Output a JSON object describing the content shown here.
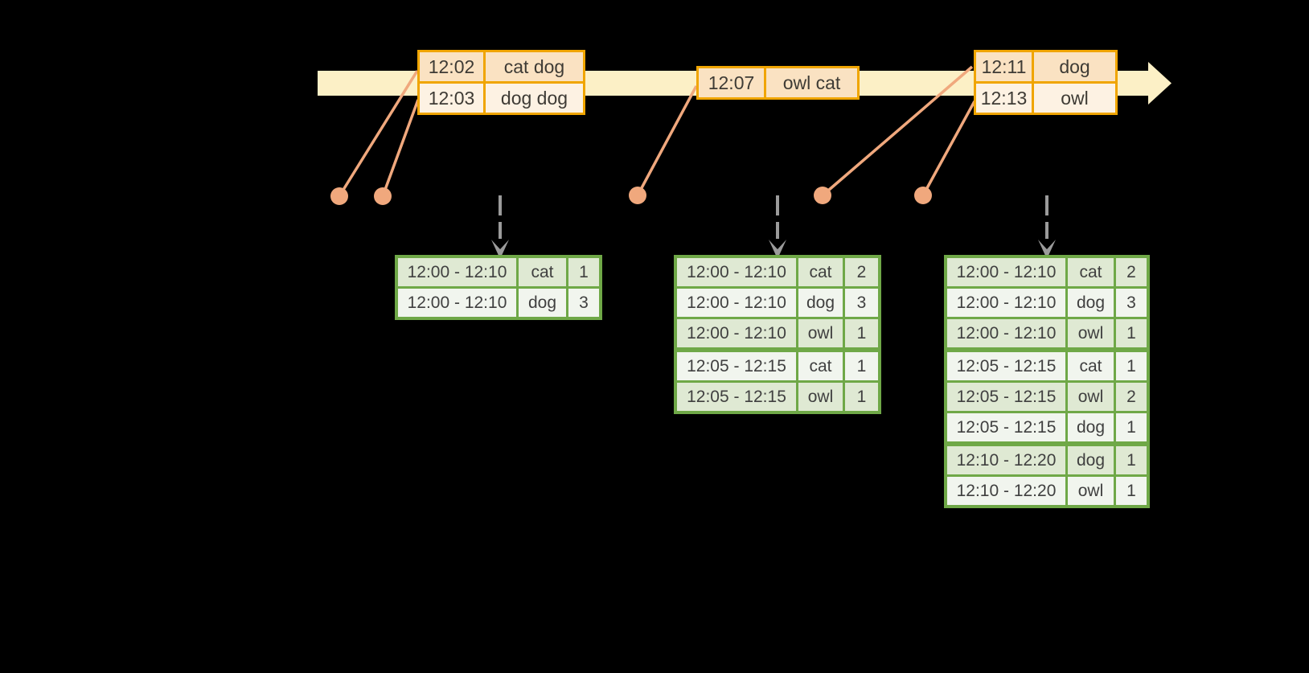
{
  "colors": {
    "background": "#000000",
    "band": "#FCF0C6",
    "orange_border": "#F0A500",
    "peach_dark": "#FAE2C2",
    "peach_light": "#FDF2E3",
    "salmon": "#F0A87D",
    "green_border": "#6FA847",
    "green_cell": "#DFE9D3",
    "green_cell_alt": "#F1F5EE",
    "arrow_gray": "#9B9B9B",
    "text_dark": "#3E3B35",
    "text_green_table": "#404040"
  },
  "timeline": {
    "event_tables": [
      {
        "rows": [
          {
            "time": "12:02",
            "words": "cat dog"
          },
          {
            "time": "12:03",
            "words": "dog dog"
          }
        ]
      },
      {
        "rows": [
          {
            "time": "12:07",
            "words": "owl cat"
          }
        ]
      },
      {
        "rows": [
          {
            "time": "12:11",
            "words": "dog"
          },
          {
            "time": "12:13",
            "words": "owl"
          }
        ]
      }
    ]
  },
  "result_tables": [
    {
      "rows": [
        {
          "window": "12:00 - 12:10",
          "word": "cat",
          "count": "1"
        },
        {
          "window": "12:00 - 12:10",
          "word": "dog",
          "count": "3"
        }
      ]
    },
    {
      "rows": [
        {
          "window": "12:00 - 12:10",
          "word": "cat",
          "count": "2"
        },
        {
          "window": "12:00 - 12:10",
          "word": "dog",
          "count": "3"
        },
        {
          "window": "12:00 - 12:10",
          "word": "owl",
          "count": "1"
        },
        {
          "window": "12:05 - 12:15",
          "word": "cat",
          "count": "1"
        },
        {
          "window": "12:05 - 12:15",
          "word": "owl",
          "count": "1"
        }
      ]
    },
    {
      "rows": [
        {
          "window": "12:00 - 12:10",
          "word": "cat",
          "count": "2"
        },
        {
          "window": "12:00 - 12:10",
          "word": "dog",
          "count": "3"
        },
        {
          "window": "12:00 - 12:10",
          "word": "owl",
          "count": "1"
        },
        {
          "window": "12:05 - 12:15",
          "word": "cat",
          "count": "1"
        },
        {
          "window": "12:05 - 12:15",
          "word": "owl",
          "count": "2"
        },
        {
          "window": "12:05 - 12:15",
          "word": "dog",
          "count": "1"
        },
        {
          "window": "12:10 - 12:20",
          "word": "dog",
          "count": "1"
        },
        {
          "window": "12:10 - 12:20",
          "word": "owl",
          "count": "1"
        }
      ]
    }
  ]
}
